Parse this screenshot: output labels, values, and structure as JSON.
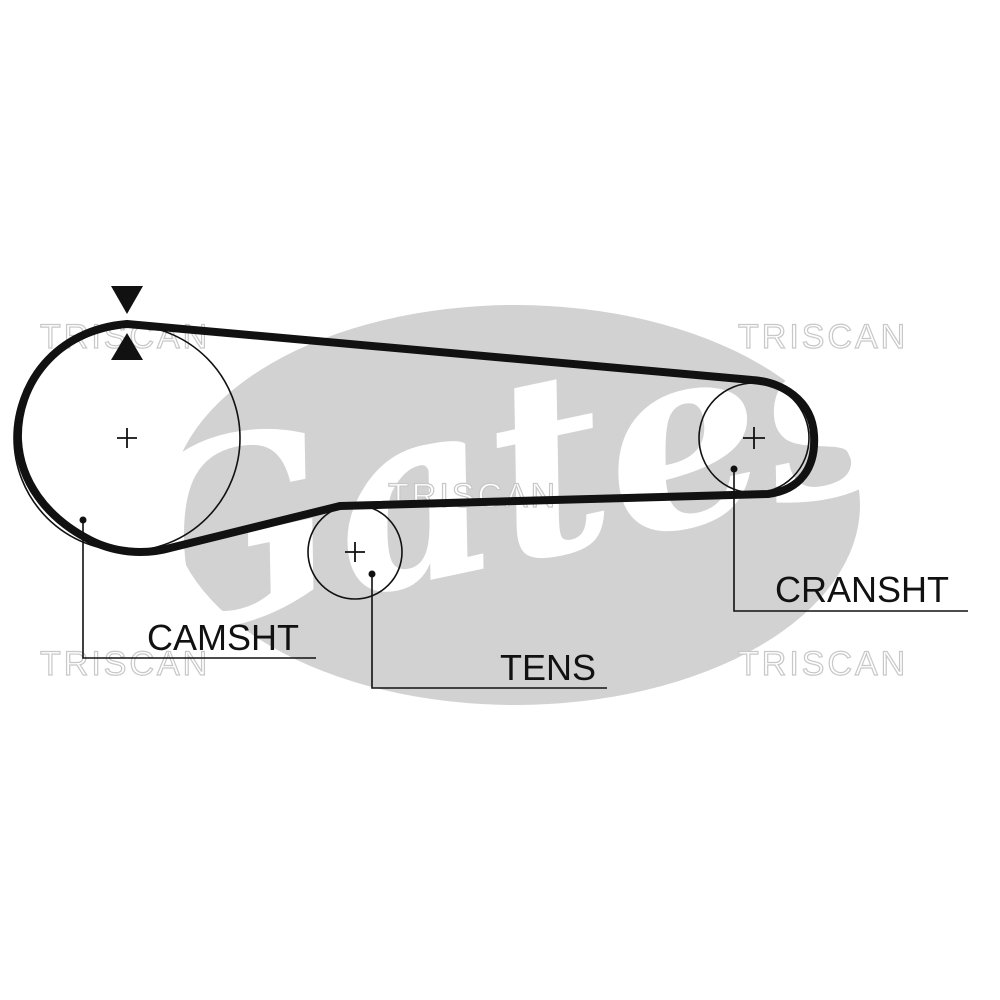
{
  "watermarks": {
    "brand_logo_text": "Gates",
    "triscan_1": "TRISCAN",
    "triscan_2": "TRISCAN",
    "triscan_3": "TRISCAN",
    "triscan_4": "TRISCAN",
    "triscan_5": "TRISCAN"
  },
  "labels": {
    "camshaft": "CAMSHT",
    "tensioner": "TENS",
    "crankshaft": "CRANSHT"
  },
  "colors": {
    "ink": "#111111",
    "watermark_gray": "#cfcfcf",
    "background": "#ffffff"
  }
}
